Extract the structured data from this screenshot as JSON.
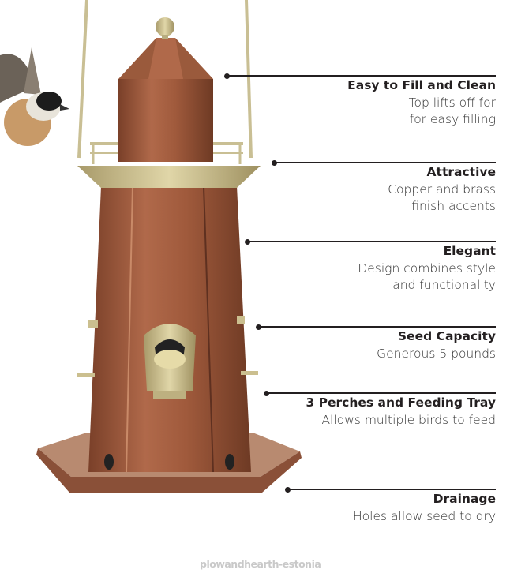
{
  "callouts": [
    {
      "title": "Easy to Fill and Clean",
      "desc": [
        "Top lifts off for",
        "for easy filling"
      ]
    },
    {
      "title": "Attractive",
      "desc": [
        "Copper and brass",
        "finish accents"
      ]
    },
    {
      "title": "Elegant",
      "desc": [
        "Design combines style",
        "and functionality"
      ]
    },
    {
      "title": "Seed Capacity",
      "desc": [
        "Generous 5 pounds"
      ]
    },
    {
      "title": "3 Perches and Feeding Tray",
      "desc": [
        "Allows multiple birds to feed"
      ]
    },
    {
      "title": "Drainage",
      "desc": [
        "Holes allow seed to dry"
      ]
    }
  ],
  "watermark": "plowandhearth-estonia",
  "colors": {
    "copper": "#9a5a3c",
    "brass": "#cbbf8f",
    "text": "#231f20"
  }
}
